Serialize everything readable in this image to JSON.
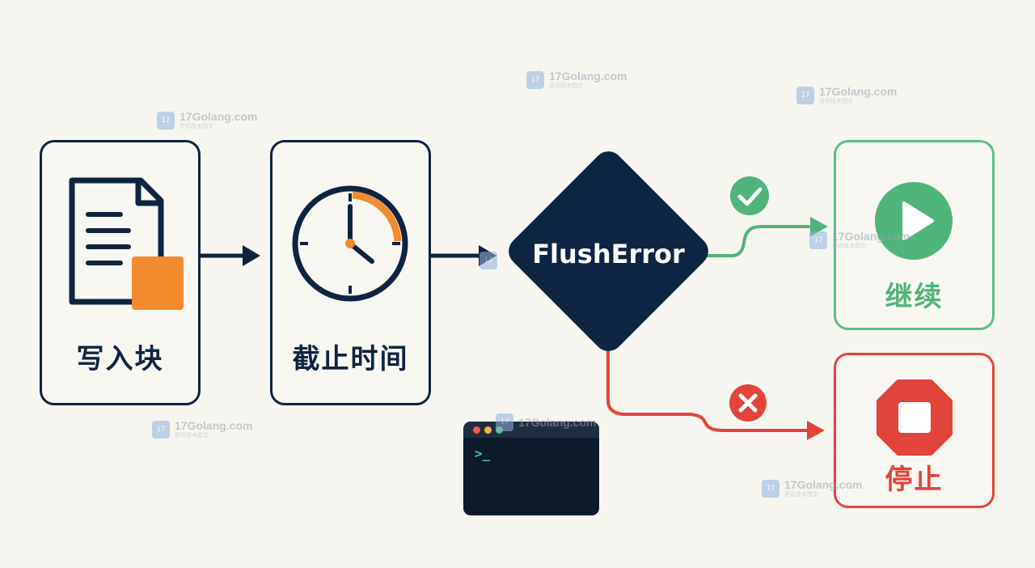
{
  "steps": {
    "write_block": "写入块",
    "deadline": "截止时间",
    "decision": "FlushError",
    "continue": "继续",
    "stop": "停止"
  },
  "terminal": {
    "prompt": ">_"
  },
  "watermark": {
    "site": "17Golang.com",
    "tagline": "资讯技术图文",
    "logo_text": "17"
  },
  "colors": {
    "navy": "#0f2340",
    "orange": "#f28a2e",
    "green": "#4fb47a",
    "red": "#e2443a",
    "background": "#f6f5f0"
  },
  "icons": [
    "document-icon",
    "clock-icon",
    "check-icon",
    "cross-icon",
    "play-icon",
    "stop-icon",
    "terminal-icon"
  ]
}
